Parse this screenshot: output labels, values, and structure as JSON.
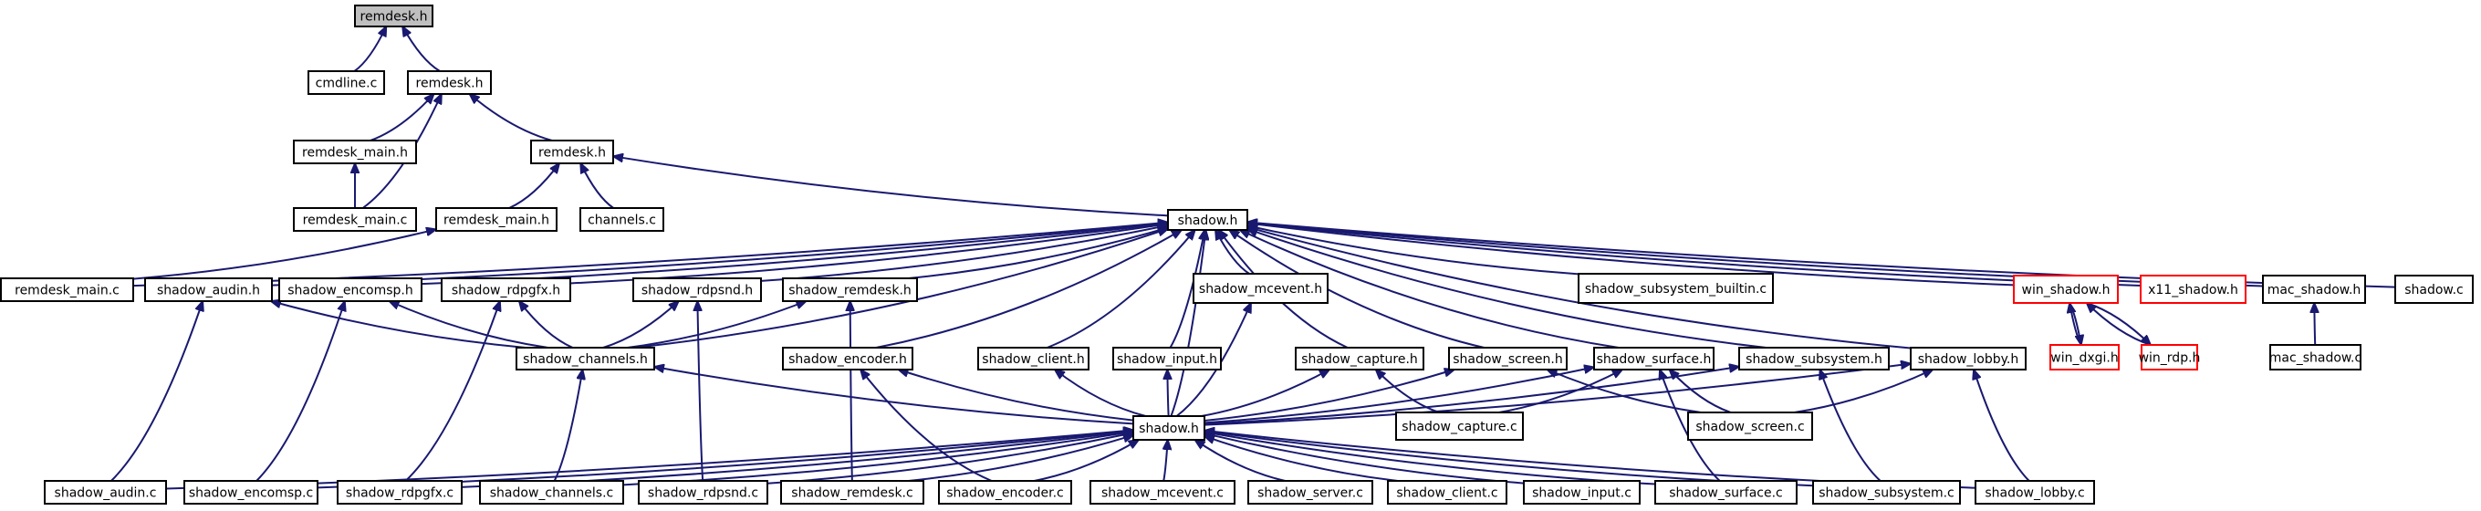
{
  "graph": {
    "nodes": [
      {
        "id": "n_remdesk_h_top",
        "label": "remdesk.h",
        "style": "highlight"
      },
      {
        "id": "n_cmdline_c",
        "label": "cmdline.c",
        "style": "normal"
      },
      {
        "id": "n_remdesk_h_2",
        "label": "remdesk.h",
        "style": "normal"
      },
      {
        "id": "n_remdesk_main_h_1",
        "label": "remdesk_main.h",
        "style": "normal"
      },
      {
        "id": "n_remdesk_main_c_1",
        "label": "remdesk_main.c",
        "style": "normal"
      },
      {
        "id": "n_remdesk_h_3",
        "label": "remdesk.h",
        "style": "normal"
      },
      {
        "id": "n_remdesk_main_h_2",
        "label": "remdesk_main.h",
        "style": "normal"
      },
      {
        "id": "n_channels_c",
        "label": "channels.c",
        "style": "normal"
      },
      {
        "id": "n_shadow_h_1",
        "label": "shadow.h",
        "style": "normal"
      },
      {
        "id": "n_remdesk_main_c_2",
        "label": "remdesk_main.c",
        "style": "normal"
      },
      {
        "id": "n_shadow_audin_h",
        "label": "shadow_audin.h",
        "style": "normal"
      },
      {
        "id": "n_shadow_encomsp_h",
        "label": "shadow_encomsp.h",
        "style": "normal"
      },
      {
        "id": "n_shadow_rdpgfx_h",
        "label": "shadow_rdpgfx.h",
        "style": "normal"
      },
      {
        "id": "n_shadow_rdpsnd_h",
        "label": "shadow_rdpsnd.h",
        "style": "normal"
      },
      {
        "id": "n_shadow_remdesk_h",
        "label": "shadow_remdesk.h",
        "style": "normal"
      },
      {
        "id": "n_shadow_mcevent_h",
        "label": "shadow_mcevent.h",
        "style": "normal"
      },
      {
        "id": "n_shadow_subsystem_builtin_c",
        "label": "shadow_subsystem_builtin.c",
        "style": "normal"
      },
      {
        "id": "n_win_shadow_h",
        "label": "win_shadow.h",
        "style": "red"
      },
      {
        "id": "n_x11_shadow_h",
        "label": "x11_shadow.h",
        "style": "red"
      },
      {
        "id": "n_mac_shadow_h",
        "label": "mac_shadow.h",
        "style": "normal"
      },
      {
        "id": "n_shadow_c",
        "label": "shadow.c",
        "style": "normal"
      },
      {
        "id": "n_shadow_channels_h",
        "label": "shadow_channels.h",
        "style": "normal"
      },
      {
        "id": "n_shadow_encoder_h",
        "label": "shadow_encoder.h",
        "style": "normal"
      },
      {
        "id": "n_shadow_client_h",
        "label": "shadow_client.h",
        "style": "normal"
      },
      {
        "id": "n_shadow_input_h",
        "label": "shadow_input.h",
        "style": "normal"
      },
      {
        "id": "n_shadow_capture_h",
        "label": "shadow_capture.h",
        "style": "normal"
      },
      {
        "id": "n_shadow_screen_h",
        "label": "shadow_screen.h",
        "style": "normal"
      },
      {
        "id": "n_shadow_surface_h",
        "label": "shadow_surface.h",
        "style": "normal"
      },
      {
        "id": "n_shadow_subsystem_h",
        "label": "shadow_subsystem.h",
        "style": "normal"
      },
      {
        "id": "n_shadow_lobby_h",
        "label": "shadow_lobby.h",
        "style": "normal"
      },
      {
        "id": "n_win_dxgi_h",
        "label": "win_dxgi.h",
        "style": "red"
      },
      {
        "id": "n_win_rdp_h",
        "label": "win_rdp.h",
        "style": "red"
      },
      {
        "id": "n_mac_shadow_c",
        "label": "mac_shadow.c",
        "style": "normal"
      },
      {
        "id": "n_shadow_h_2",
        "label": "shadow.h",
        "style": "normal"
      },
      {
        "id": "n_shadow_capture_c",
        "label": "shadow_capture.c",
        "style": "normal"
      },
      {
        "id": "n_shadow_screen_c",
        "label": "shadow_screen.c",
        "style": "normal"
      },
      {
        "id": "n_shadow_audin_c",
        "label": "shadow_audin.c",
        "style": "normal"
      },
      {
        "id": "n_shadow_encomsp_c",
        "label": "shadow_encomsp.c",
        "style": "normal"
      },
      {
        "id": "n_shadow_rdpgfx_c",
        "label": "shadow_rdpgfx.c",
        "style": "normal"
      },
      {
        "id": "n_shadow_channels_c",
        "label": "shadow_channels.c",
        "style": "normal"
      },
      {
        "id": "n_shadow_rdpsnd_c",
        "label": "shadow_rdpsnd.c",
        "style": "normal"
      },
      {
        "id": "n_shadow_remdesk_c",
        "label": "shadow_remdesk.c",
        "style": "normal"
      },
      {
        "id": "n_shadow_encoder_c",
        "label": "shadow_encoder.c",
        "style": "normal"
      },
      {
        "id": "n_shadow_mcevent_c",
        "label": "shadow_mcevent.c",
        "style": "normal"
      },
      {
        "id": "n_shadow_server_c",
        "label": "shadow_server.c",
        "style": "normal"
      },
      {
        "id": "n_shadow_client_c",
        "label": "shadow_client.c",
        "style": "normal"
      },
      {
        "id": "n_shadow_input_c",
        "label": "shadow_input.c",
        "style": "normal"
      },
      {
        "id": "n_shadow_surface_c",
        "label": "shadow_surface.c",
        "style": "normal"
      },
      {
        "id": "n_shadow_subsystem_c",
        "label": "shadow_subsystem.c",
        "style": "normal"
      },
      {
        "id": "n_shadow_lobby_c",
        "label": "shadow_lobby.c",
        "style": "normal"
      }
    ],
    "edges": [
      [
        "n_cmdline_c",
        "n_remdesk_h_top"
      ],
      [
        "n_remdesk_h_2",
        "n_remdesk_h_top"
      ],
      [
        "n_remdesk_main_h_1",
        "n_remdesk_h_2"
      ],
      [
        "n_remdesk_main_c_1",
        "n_remdesk_h_2"
      ],
      [
        "n_remdesk_h_3",
        "n_remdesk_h_2"
      ],
      [
        "n_remdesk_main_c_1",
        "n_remdesk_main_h_1"
      ],
      [
        "n_remdesk_main_h_2",
        "n_remdesk_h_3"
      ],
      [
        "n_channels_c",
        "n_remdesk_h_3"
      ],
      [
        "n_shadow_h_1",
        "n_remdesk_h_3"
      ],
      [
        "n_remdesk_main_c_2",
        "n_remdesk_main_h_2"
      ],
      [
        "n_remdesk_main_c_2",
        "n_shadow_h_1"
      ],
      [
        "n_shadow_audin_h",
        "n_shadow_h_1"
      ],
      [
        "n_shadow_encomsp_h",
        "n_shadow_h_1"
      ],
      [
        "n_shadow_rdpgfx_h",
        "n_shadow_h_1"
      ],
      [
        "n_shadow_rdpsnd_h",
        "n_shadow_h_1"
      ],
      [
        "n_shadow_remdesk_h",
        "n_shadow_h_1"
      ],
      [
        "n_shadow_channels_h",
        "n_shadow_h_1"
      ],
      [
        "n_shadow_encoder_h",
        "n_shadow_h_1"
      ],
      [
        "n_shadow_client_h",
        "n_shadow_h_1"
      ],
      [
        "n_shadow_input_h",
        "n_shadow_h_1"
      ],
      [
        "n_shadow_mcevent_h",
        "n_shadow_h_1"
      ],
      [
        "n_shadow_capture_h",
        "n_shadow_h_1"
      ],
      [
        "n_shadow_screen_h",
        "n_shadow_h_1"
      ],
      [
        "n_shadow_surface_h",
        "n_shadow_h_1"
      ],
      [
        "n_shadow_subsystem_h",
        "n_shadow_h_1"
      ],
      [
        "n_shadow_subsystem_builtin_c",
        "n_shadow_h_1"
      ],
      [
        "n_shadow_lobby_h",
        "n_shadow_h_1"
      ],
      [
        "n_win_shadow_h",
        "n_shadow_h_1"
      ],
      [
        "n_x11_shadow_h",
        "n_shadow_h_1"
      ],
      [
        "n_mac_shadow_h",
        "n_shadow_h_1"
      ],
      [
        "n_shadow_c",
        "n_shadow_h_1"
      ],
      [
        "n_shadow_h_2",
        "n_shadow_h_1"
      ],
      [
        "n_shadow_channels_h",
        "n_shadow_audin_h"
      ],
      [
        "n_shadow_audin_c",
        "n_shadow_audin_h"
      ],
      [
        "n_shadow_channels_h",
        "n_shadow_encomsp_h"
      ],
      [
        "n_shadow_encomsp_c",
        "n_shadow_encomsp_h"
      ],
      [
        "n_shadow_channels_h",
        "n_shadow_rdpgfx_h"
      ],
      [
        "n_shadow_rdpgfx_c",
        "n_shadow_rdpgfx_h"
      ],
      [
        "n_shadow_channels_h",
        "n_shadow_rdpsnd_h"
      ],
      [
        "n_shadow_rdpsnd_c",
        "n_shadow_rdpsnd_h"
      ],
      [
        "n_shadow_channels_h",
        "n_shadow_remdesk_h"
      ],
      [
        "n_shadow_remdesk_c",
        "n_shadow_remdesk_h"
      ],
      [
        "n_shadow_h_2",
        "n_shadow_channels_h"
      ],
      [
        "n_shadow_channels_c",
        "n_shadow_channels_h"
      ],
      [
        "n_shadow_h_2",
        "n_shadow_encoder_h"
      ],
      [
        "n_shadow_encoder_c",
        "n_shadow_encoder_h"
      ],
      [
        "n_shadow_h_2",
        "n_shadow_client_h"
      ],
      [
        "n_shadow_h_2",
        "n_shadow_input_h"
      ],
      [
        "n_shadow_h_2",
        "n_shadow_mcevent_h"
      ],
      [
        "n_shadow_h_2",
        "n_shadow_capture_h"
      ],
      [
        "n_shadow_capture_c",
        "n_shadow_capture_h"
      ],
      [
        "n_shadow_h_2",
        "n_shadow_screen_h"
      ],
      [
        "n_shadow_screen_c",
        "n_shadow_screen_h"
      ],
      [
        "n_shadow_h_2",
        "n_shadow_surface_h"
      ],
      [
        "n_shadow_screen_c",
        "n_shadow_surface_h"
      ],
      [
        "n_shadow_surface_c",
        "n_shadow_surface_h"
      ],
      [
        "n_shadow_capture_c",
        "n_shadow_surface_h"
      ],
      [
        "n_shadow_h_2",
        "n_shadow_subsystem_h"
      ],
      [
        "n_shadow_subsystem_c",
        "n_shadow_subsystem_h"
      ],
      [
        "n_shadow_h_2",
        "n_shadow_lobby_h"
      ],
      [
        "n_shadow_screen_c",
        "n_shadow_lobby_h"
      ],
      [
        "n_shadow_lobby_c",
        "n_shadow_lobby_h"
      ],
      [
        "n_win_dxgi_h",
        "n_win_shadow_h"
      ],
      [
        "n_win_rdp_h",
        "n_win_shadow_h"
      ],
      [
        "n_win_shadow_h",
        "n_win_dxgi_h"
      ],
      [
        "n_win_shadow_h",
        "n_win_rdp_h"
      ],
      [
        "n_mac_shadow_c",
        "n_mac_shadow_h"
      ],
      [
        "n_shadow_audin_c",
        "n_shadow_h_2"
      ],
      [
        "n_shadow_encomsp_c",
        "n_shadow_h_2"
      ],
      [
        "n_shadow_rdpgfx_c",
        "n_shadow_h_2"
      ],
      [
        "n_shadow_channels_c",
        "n_shadow_h_2"
      ],
      [
        "n_shadow_rdpsnd_c",
        "n_shadow_h_2"
      ],
      [
        "n_shadow_remdesk_c",
        "n_shadow_h_2"
      ],
      [
        "n_shadow_encoder_c",
        "n_shadow_h_2"
      ],
      [
        "n_shadow_mcevent_c",
        "n_shadow_h_2"
      ],
      [
        "n_shadow_server_c",
        "n_shadow_h_2"
      ],
      [
        "n_shadow_client_c",
        "n_shadow_h_2"
      ],
      [
        "n_shadow_input_c",
        "n_shadow_h_2"
      ],
      [
        "n_shadow_surface_c",
        "n_shadow_h_2"
      ],
      [
        "n_shadow_subsystem_c",
        "n_shadow_h_2"
      ],
      [
        "n_shadow_lobby_c",
        "n_shadow_h_2"
      ]
    ]
  }
}
